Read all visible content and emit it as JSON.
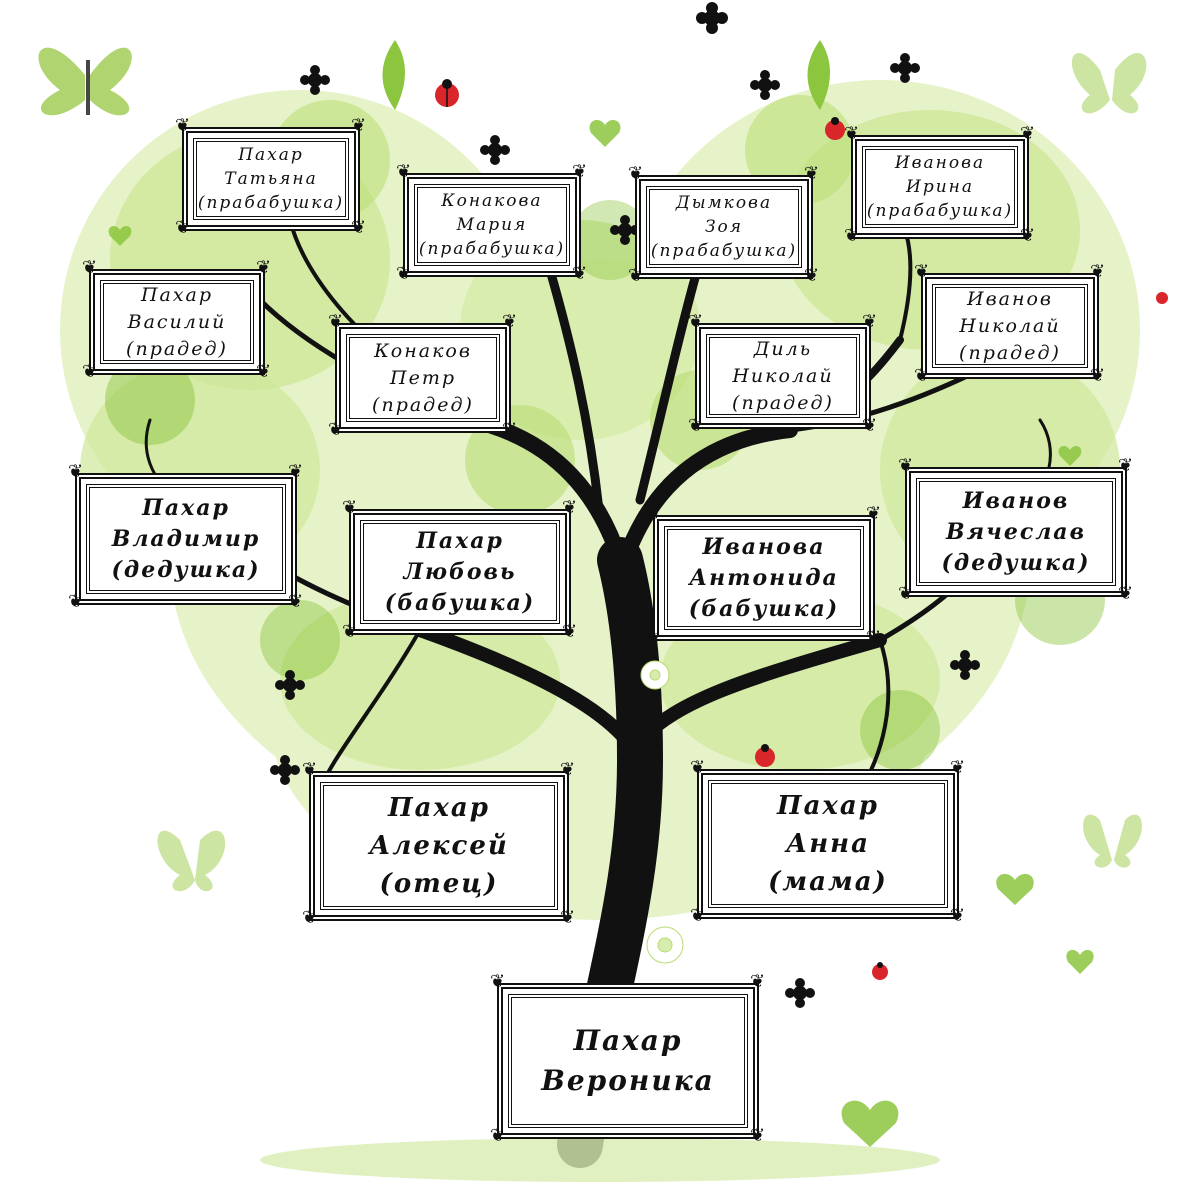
{
  "tree": {
    "p_tatyana": {
      "line1": "Пахар",
      "line2": "Татьяна",
      "line3": "(прабабушка)"
    },
    "p_mariya": {
      "line1": "Конакова",
      "line2": "Мария",
      "line3": "(прабабушка)"
    },
    "p_zoya": {
      "line1": "Дымкова",
      "line2": "Зоя",
      "line3": "(прабабушка)"
    },
    "p_irina": {
      "line1": "Иванова",
      "line2": "Ирина",
      "line3": "(прабабушка)"
    },
    "p_vasiliy": {
      "line1": "Пахар",
      "line2": "Василий",
      "line3": "(прадед)"
    },
    "p_petr": {
      "line1": "Конаков",
      "line2": "Петр",
      "line3": "(прадед)"
    },
    "p_dil": {
      "line1": "Диль",
      "line2": "Николай",
      "line3": "(прадед)"
    },
    "p_ivanov_n": {
      "line1": "Иванов",
      "line2": "Николай",
      "line3": "(прадед)"
    },
    "p_vladimir": {
      "line1": "Пахар",
      "line2": "Владимир",
      "line3": "(дедушка)"
    },
    "p_lyubov": {
      "line1": "Пахар",
      "line2": "Любовь",
      "line3": "(бабушка)"
    },
    "p_antonida": {
      "line1": "Иванова",
      "line2": "Антонида",
      "line3": "(бабушка)"
    },
    "p_vyacheslav": {
      "line1": "Иванов",
      "line2": "Вячеслав",
      "line3": "(дедушка)"
    },
    "p_aleksey": {
      "line1": "Пахар",
      "line2": "Алексей",
      "line3": "(отец)"
    },
    "p_anna": {
      "line1": "Пахар",
      "line2": "Анна",
      "line3": "(мама)"
    },
    "p_veronika": {
      "line1": "Пахар",
      "line2": "Вероника"
    }
  },
  "colors": {
    "foliage_light": "#d9ecb0",
    "foliage_mid": "#b8dc73",
    "foliage_dark": "#8cc63f",
    "trunk": "#111111",
    "ladybug": "#d9262b",
    "frame_border": "#111111"
  },
  "decorations": {
    "icons": [
      "butterfly-icon",
      "ladybug-icon",
      "heart-icon",
      "flower-icon"
    ]
  }
}
